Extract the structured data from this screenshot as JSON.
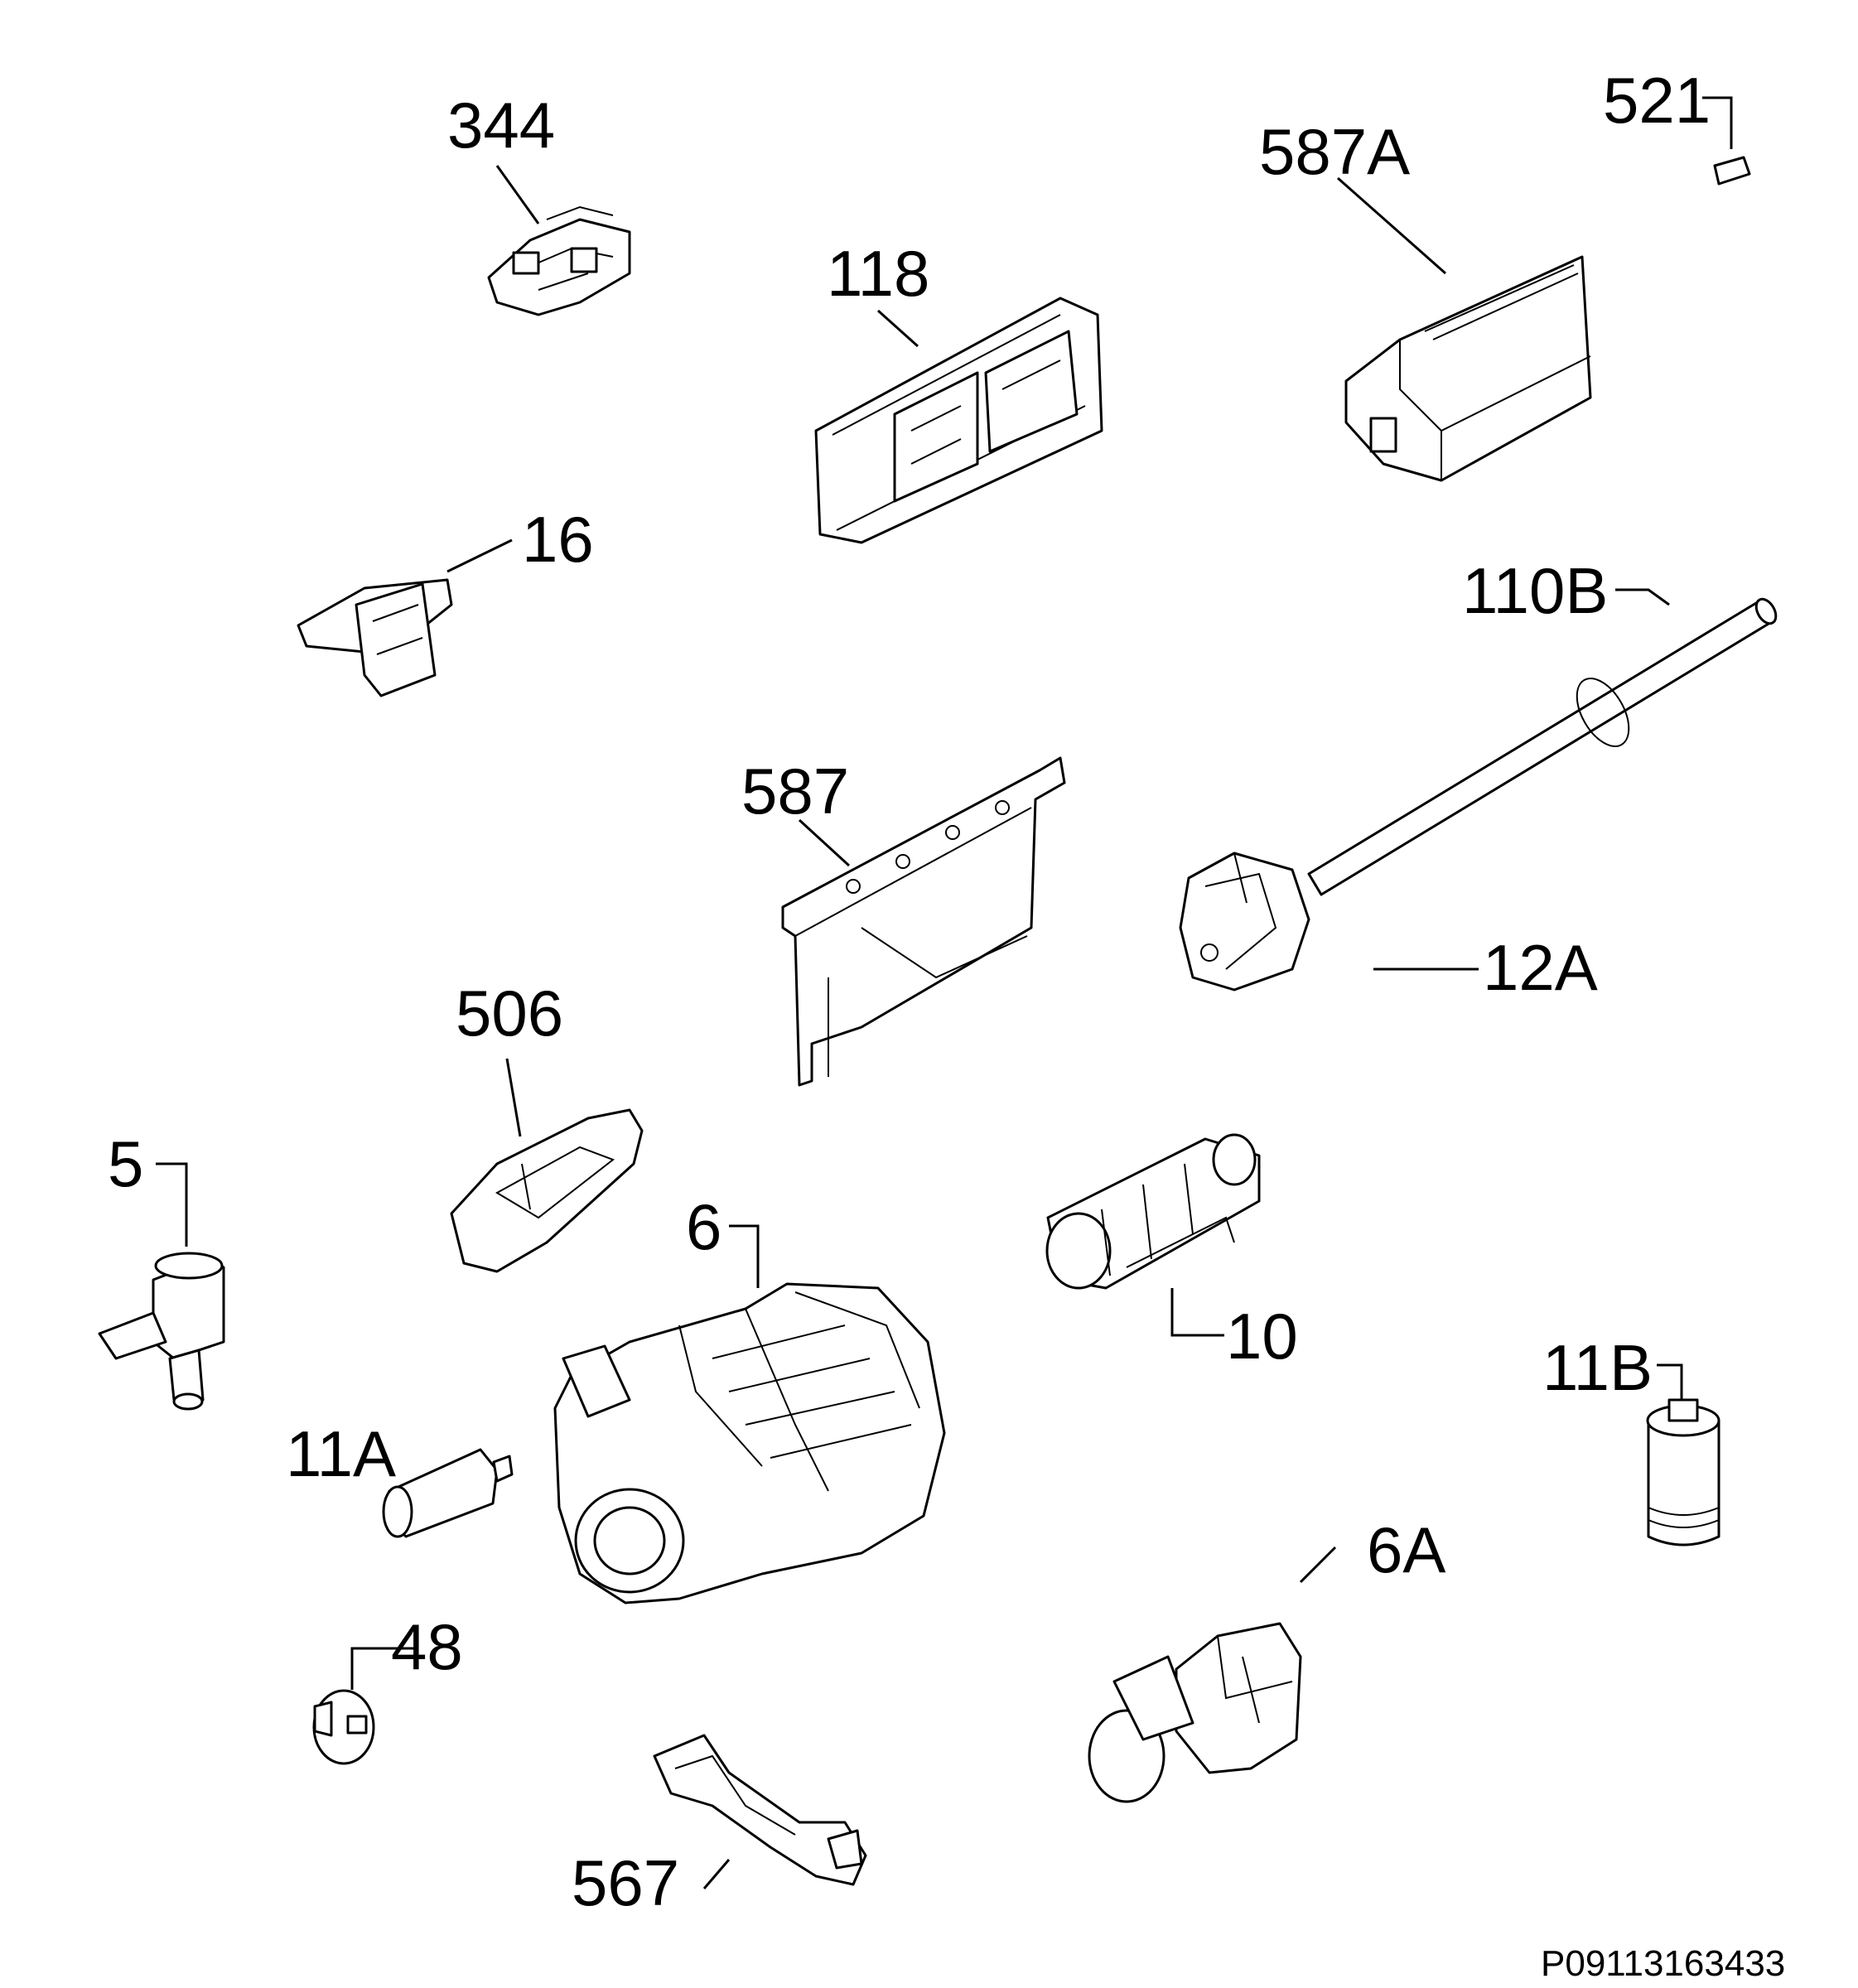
{
  "diagram": {
    "reference_code": "P09113163433",
    "parts": [
      {
        "id": "344",
        "icon": "connector-icon"
      },
      {
        "id": "587A",
        "icon": "electronic-module-icon"
      },
      {
        "id": "521",
        "icon": "small-block-icon"
      },
      {
        "id": "118",
        "icon": "control-board-icon"
      },
      {
        "id": "16",
        "icon": "switch-icon"
      },
      {
        "id": "110B",
        "icon": "hose-icon"
      },
      {
        "id": "587",
        "icon": "bracket-icon"
      },
      {
        "id": "12A",
        "icon": "pump-connector-icon"
      },
      {
        "id": "506",
        "icon": "door-lock-icon"
      },
      {
        "id": "5",
        "icon": "valve-icon"
      },
      {
        "id": "6",
        "icon": "circulation-pump-motor-icon"
      },
      {
        "id": "10",
        "icon": "heater-icon"
      },
      {
        "id": "11A",
        "icon": "capacitor-icon"
      },
      {
        "id": "11B",
        "icon": "capacitor-icon"
      },
      {
        "id": "6A",
        "icon": "drain-pump-icon"
      },
      {
        "id": "48",
        "icon": "plug-icon"
      },
      {
        "id": "567",
        "icon": "cable-clip-icon"
      }
    ]
  }
}
